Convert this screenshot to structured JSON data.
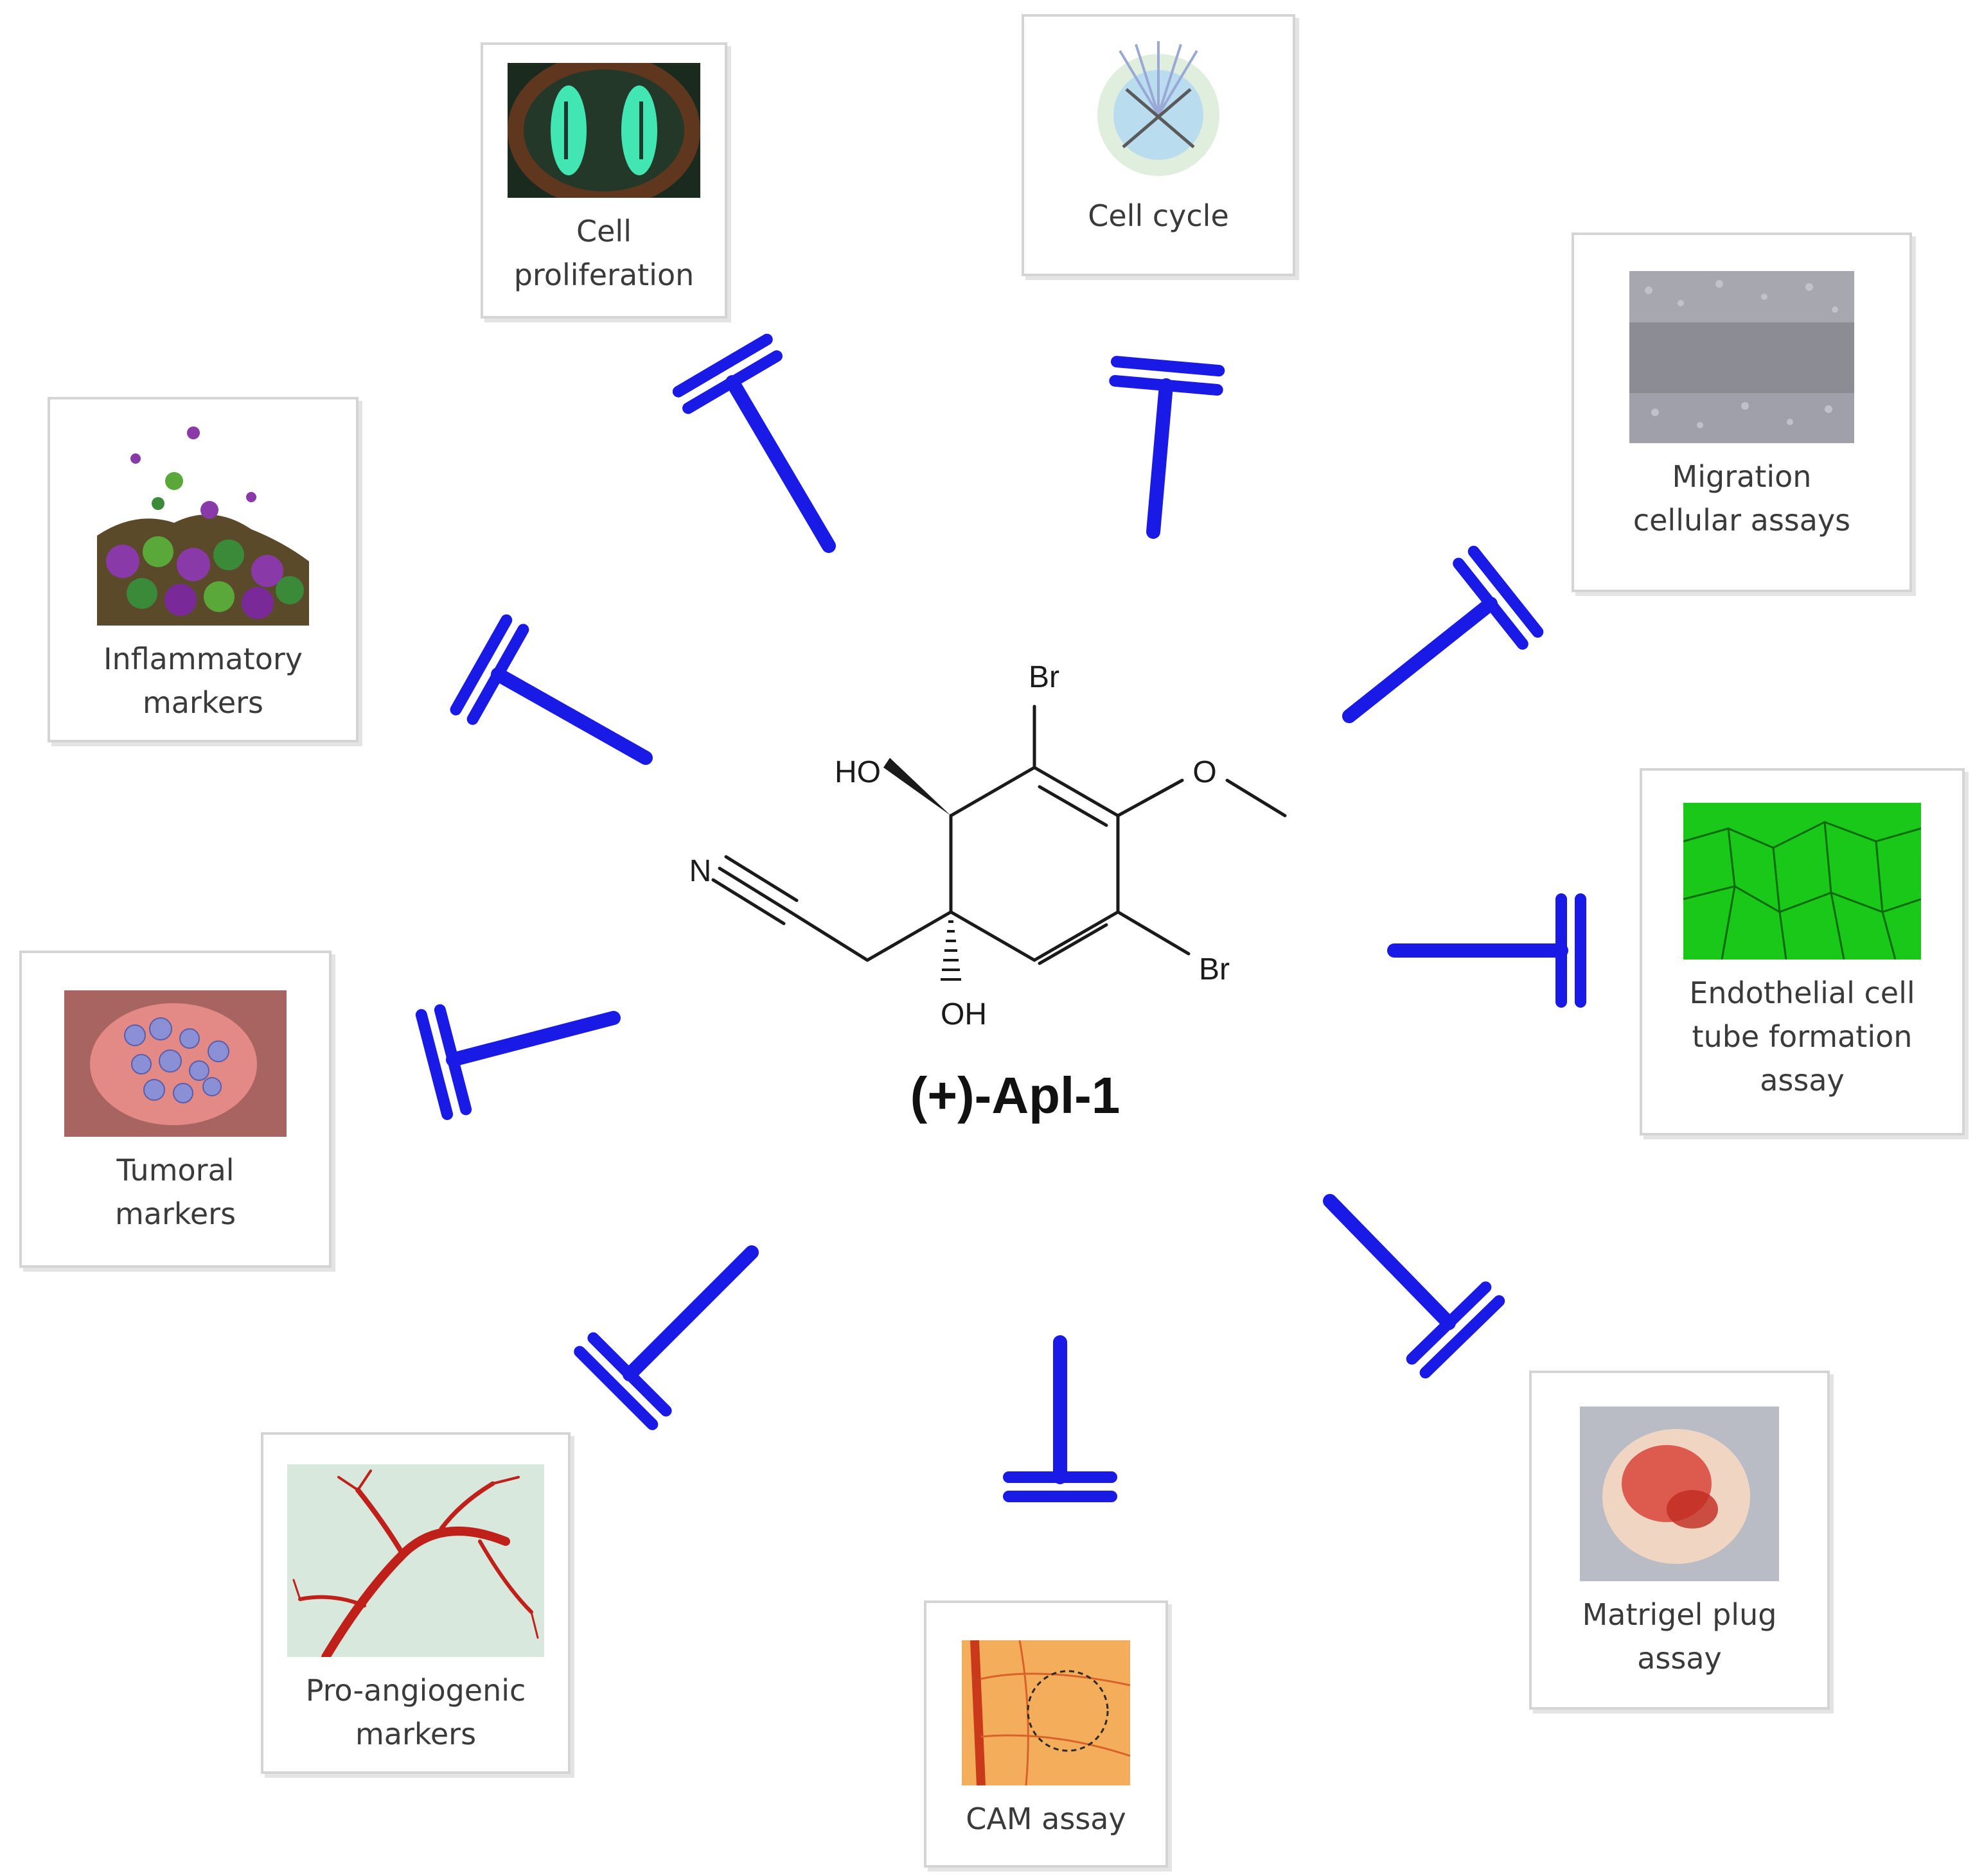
{
  "compound": {
    "name": "(+)-Apl-1",
    "atoms": {
      "br_top": "Br",
      "br_right": "Br",
      "hydroxyl_top": "HO",
      "hydroxyl_bottom": "OH",
      "methoxy_o": "O",
      "nitrile_n": "N"
    }
  },
  "targets": [
    {
      "id": "cell-proliferation",
      "label_lines": [
        "Cell",
        "proliferation"
      ],
      "image": "mitosis-fluorescence-image"
    },
    {
      "id": "cell-cycle",
      "label_lines": [
        "Cell cycle"
      ],
      "image": "cell-cycle-diagram-image"
    },
    {
      "id": "migration",
      "label_lines": [
        "Migration",
        "cellular assays"
      ],
      "image": "migration-assay-micrograph"
    },
    {
      "id": "endothelial",
      "label_lines": [
        "Endothelial cell",
        "tube formation",
        "assay"
      ],
      "image": "tube-formation-fluorescence-image"
    },
    {
      "id": "matrigel",
      "label_lines": [
        "Matrigel plug",
        "assay"
      ],
      "image": "matrigel-plug-photo"
    },
    {
      "id": "cam",
      "label_lines": [
        "CAM assay"
      ],
      "image": "cam-assay-photo"
    },
    {
      "id": "pro-angiogenic",
      "label_lines": [
        "Pro-angiogenic",
        "markers"
      ],
      "image": "blood-vessels-illustration"
    },
    {
      "id": "tumoral",
      "label_lines": [
        "Tumoral",
        "markers"
      ],
      "image": "tumor-cells-micrograph"
    },
    {
      "id": "inflammatory",
      "label_lines": [
        "Inflammatory",
        "markers"
      ],
      "image": "immune-cells-micrograph"
    }
  ],
  "colors": {
    "inhibitor": "#1a1ae6",
    "card_border": "#d4d4d4",
    "text": "#3a3a3a",
    "bond": "#1a1a1a"
  },
  "inhibitor_symbol": "T-bar (inhibition)"
}
